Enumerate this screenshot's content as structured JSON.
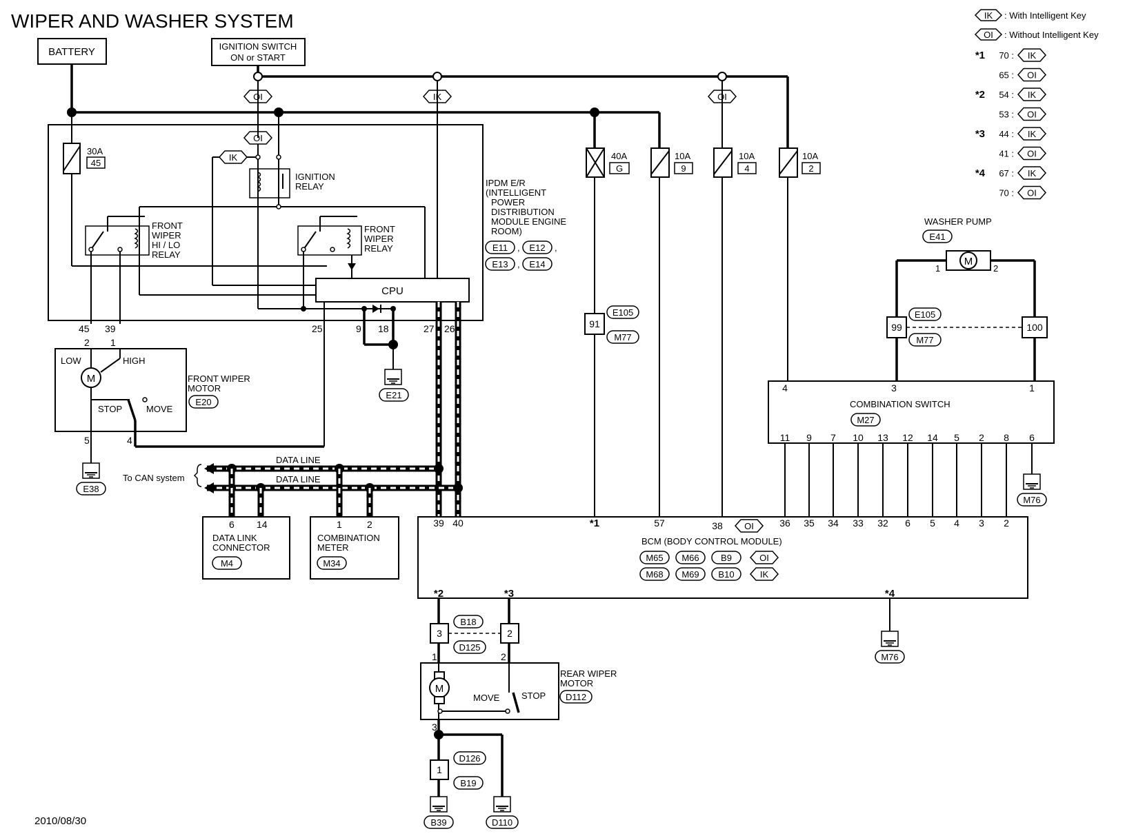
{
  "title": "WIPER AND WASHER SYSTEM",
  "footer_date": "2010/08/30",
  "legend": {
    "ik_tag": "IK",
    "ik_text": ": With Intelligent Key",
    "oi_tag": "OI",
    "oi_text": ": Without Intelligent Key",
    "rows": [
      {
        "star": "*1",
        "num": "70",
        "tag": "IK"
      },
      {
        "star": "",
        "num": "65",
        "tag": "OI"
      },
      {
        "star": "*2",
        "num": "54",
        "tag": "IK"
      },
      {
        "star": "",
        "num": "53",
        "tag": "OI"
      },
      {
        "star": "*3",
        "num": "44",
        "tag": "IK"
      },
      {
        "star": "",
        "num": "41",
        "tag": "OI"
      },
      {
        "star": "*4",
        "num": "67",
        "tag": "IK"
      },
      {
        "star": "",
        "num": "70",
        "tag": "OI"
      }
    ]
  },
  "labels": {
    "battery": "BATTERY",
    "ign_1": "IGNITION SWITCH",
    "ign_2": "ON or START",
    "oi": "OI",
    "ik": "IK",
    "fuse_30a": "30A",
    "fuse_30a_no": "45",
    "fuse_40a": "40A",
    "fuse_40a_no": "G",
    "fuse_10a_1": "10A",
    "fuse_10a_1_no": "9",
    "fuse_10a_2": "10A",
    "fuse_10a_2_no": "4",
    "fuse_10a_3": "10A",
    "fuse_10a_3_no": "2",
    "ign_relay_1": "IGNITION",
    "ign_relay_2": "RELAY",
    "hilo_1": "FRONT",
    "hilo_2": "WIPER",
    "hilo_3": "HI / LO",
    "hilo_4": "RELAY",
    "fwr_1": "FRONT",
    "fwr_2": "WIPER",
    "fwr_3": "RELAY",
    "cpu": "CPU",
    "ipdm_1": "IPDM E/R",
    "ipdm_2": "(INTELLIGENT",
    "ipdm_3": "POWER",
    "ipdm_4": "DISTRIBUTION",
    "ipdm_5": "MODULE ENGINE",
    "ipdm_6": "ROOM)",
    "ipdm_c1": "E11",
    "ipdm_c2": "E12",
    "ipdm_c3": "E13",
    "ipdm_c4": "E14",
    "comma": ",",
    "pin_45": "45",
    "pin_39": "39",
    "pin_25": "25",
    "pin_9": "9",
    "pin_18": "18",
    "pin_27": "27",
    "pin_26": "26",
    "fm_pin_2": "2",
    "fm_pin_1": "1",
    "fm_pin_5": "5",
    "fm_pin_4": "4",
    "low": "LOW",
    "high": "HIGH",
    "stop": "STOP",
    "move": "MOVE",
    "fwm_1": "FRONT WIPER",
    "fwm_2": "MOTOR",
    "fwm_conn": "E20",
    "motor_m": "M",
    "e21": "E21",
    "e38": "E38",
    "to_can": "To CAN system",
    "data_line_1": "DATA LINE",
    "data_line_2": "DATA LINE",
    "dlc_pin_6": "6",
    "dlc_pin_14": "14",
    "dlc_1": "DATA LINK",
    "dlc_2": "CONNECTOR",
    "dlc_conn": "M4",
    "cm_pin_1": "1",
    "cm_pin_2": "2",
    "cm_1": "COMBINATION",
    "cm_2": "METER",
    "cm_conn": "M34",
    "j91": "91",
    "e105_a": "E105",
    "m77_a": "M77",
    "washer_pump": "WASHER PUMP",
    "wp_conn": "E41",
    "wp_pin_1": "1",
    "wp_pin_2": "2",
    "j99": "99",
    "j100": "100",
    "e105_b": "E105",
    "m77_b": "M77",
    "cs_pin_4": "4",
    "cs_pin_3": "3",
    "cs_pin_1": "1",
    "cs_name": "COMBINATION SWITCH",
    "cs_conn": "M27",
    "cs_bottom": [
      "11",
      "9",
      "7",
      "10",
      "13",
      "12",
      "14",
      "5",
      "2",
      "8",
      "6"
    ],
    "m76_a": "M76",
    "m76_b": "M76",
    "bcm_top_39": "39",
    "bcm_top_40": "40",
    "bcm_top_s1": "*1",
    "bcm_top_57": "57",
    "bcm_top_38": "38",
    "bcm_top_right": [
      "36",
      "35",
      "34",
      "33",
      "32",
      "6",
      "5",
      "4",
      "3",
      "2"
    ],
    "bcm_name": "BCM (BODY CONTROL MODULE)",
    "bcm_c1": "M65",
    "bcm_c2": "M66",
    "bcm_c3": "B9",
    "bcm_c4": "M68",
    "bcm_c5": "M69",
    "bcm_c6": "B10",
    "bcm_s2": "*2",
    "bcm_s3": "*3",
    "bcm_s4": "*4",
    "j3": "3",
    "j2": "2",
    "b18": "B18",
    "d125": "D125",
    "rwm_pin_1": "1",
    "rwm_pin_2": "2",
    "rwm_pin_3": "3",
    "rwm_1": "REAR WIPER",
    "rwm_2": "MOTOR",
    "rwm_conn": "D112",
    "rw_move": "MOVE",
    "rw_stop": "STOP",
    "j1": "1",
    "d126": "D126",
    "b19": "B19",
    "b39": "B39",
    "d110": "D110"
  }
}
